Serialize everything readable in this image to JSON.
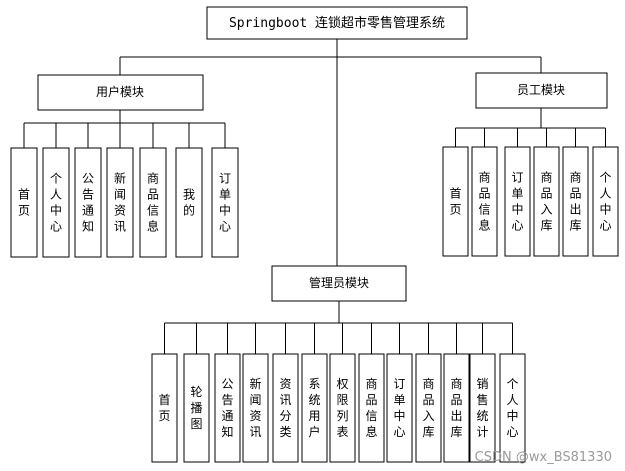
{
  "diagram": {
    "title": "Springboot 连锁超市零售管理系统",
    "modules": [
      {
        "name": "用户模块",
        "items": [
          "首页",
          "个人中心",
          "公告通知",
          "新闻资讯",
          "商品信息",
          "我的",
          "订单中心"
        ]
      },
      {
        "name": "员工模块",
        "items": [
          "首页",
          "商品信息",
          "订单中心",
          "商品入库",
          "商品出库",
          "个人中心"
        ]
      },
      {
        "name": "管理员模块",
        "items": [
          "首页",
          "轮播图",
          "公告通知",
          "新闻资讯",
          "资讯分类",
          "系统用户",
          "权限列表",
          "商品信息",
          "订单中心",
          "商品入库",
          "商品出库",
          "销售统计",
          "个人中心"
        ]
      }
    ]
  },
  "watermark": "CSDN @wx_BS81330"
}
